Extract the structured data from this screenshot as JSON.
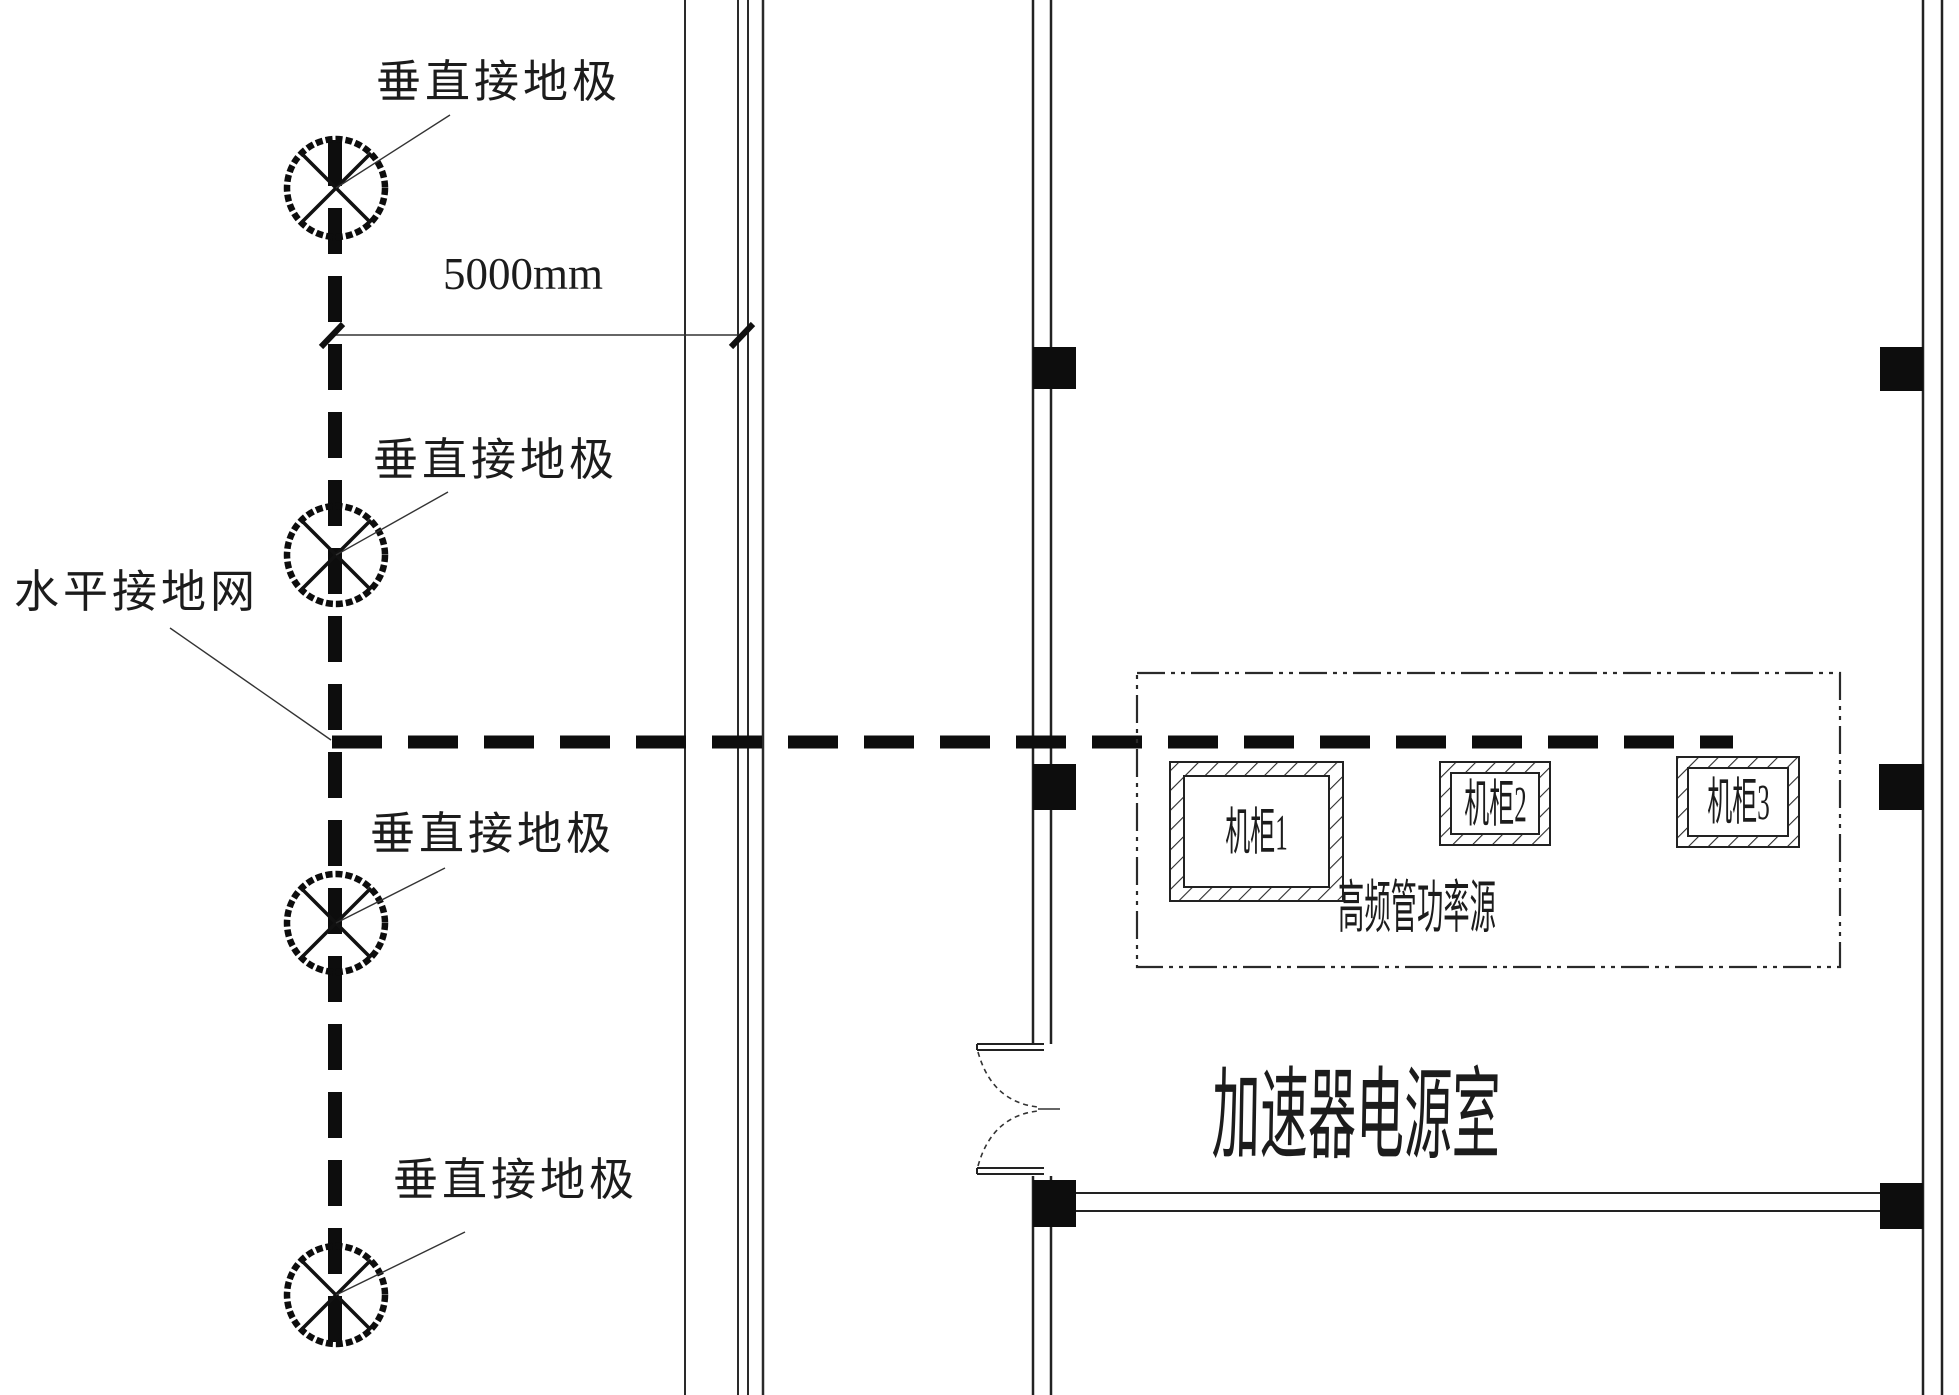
{
  "drawing": {
    "electrode_label": "垂直接地极",
    "horizontal_grid_label": "水平接地网",
    "dimension_label": "5000mm",
    "power_source_label": "高频管功率源",
    "room_label": "加速器电源室",
    "cabinets": [
      {
        "label": "机柜1"
      },
      {
        "label": "机柜2"
      },
      {
        "label": "机柜3"
      }
    ],
    "colors": {
      "line": "#1c1c1c",
      "background": "#ffffff"
    }
  }
}
